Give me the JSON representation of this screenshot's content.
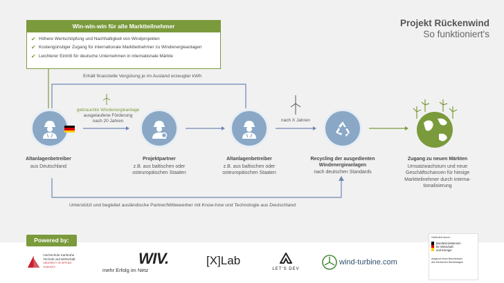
{
  "box": {
    "title": "Win-win-win für alle Marktteilnehmer",
    "items": [
      "Höhere Wertschöpfung und Nachhaltigkeit von Windprojekten",
      "Kostengünstiger Zugang für internationale Marktteilnehmer zu Windenergieanlagen",
      "Leichterer Eintritt für deutsche Unternehmen in internationale Märkte"
    ]
  },
  "title": {
    "main": "Projekt Rückenwind",
    "sub": "So funktioniert's"
  },
  "top_arrow_label": "Erhält finanzielle Vergütung je im Ausland erzeugter kWh",
  "bottom_arrow_label": "Unterstützt und begleitet ausländische Partner/Mitbewerber mit Know-how und Technologie aus Deutschland",
  "arrow1": {
    "line1": "gebrauchte Windenergieanlage",
    "line2": "ausgelaufene Förderung",
    "line3": "nach 20 Jahren"
  },
  "arrow3": {
    "label": "nach X Jahren"
  },
  "nodes": [
    {
      "title": "Altanlagenbetreiber",
      "sub1": "aus Deutschland",
      "sub2": ""
    },
    {
      "title": "Projektpartner",
      "sub1": "z.B. aus baltischen oder",
      "sub2": "osteuropäischen Staaten"
    },
    {
      "title": "Altanlagenbetreiber",
      "sub1": "z.B. aus baltischen oder",
      "sub2": "osteuropäischen Staaten"
    },
    {
      "title": "Recycling der ausgedienten",
      "title2": "Windenergieanlagen",
      "sub1": "nach deutschen Standards"
    },
    {
      "title": "Zugang zu neuen Märkten",
      "sub1": "Umsatzwachstum und neue",
      "sub2": "Geschäftschancen für hiesige",
      "sub3": "Marktteilnehmer durch Interna-",
      "sub4": "tionalisierung"
    }
  ],
  "footer": {
    "powered": "Powered by:",
    "hka": {
      "line1": "Hochschule Karlsruhe",
      "line2": "Technik und Wirtschaft",
      "line3": "UNIVERSITY OF APPLIED SCIENCES"
    },
    "wiv": {
      "logo": "WIV.",
      "tagline": "mehr Erfolg im Netz"
    },
    "xlab": "[X]Lab",
    "letsdev": "LET'S DEV",
    "windturbine": "wind-turbine.com",
    "bmwi": {
      "top": "Gefördert durch:",
      "line1": "Bundesministerium",
      "line2": "für Wirtschaft",
      "line3": "und Energie",
      "bottom1": "aufgrund eines Beschlusses",
      "bottom2": "des Deutschen Bundestages"
    }
  },
  "colors": {
    "green": "#7a9a3c",
    "blue_line": "#6f86b5",
    "circle": "#8aa8c6"
  }
}
